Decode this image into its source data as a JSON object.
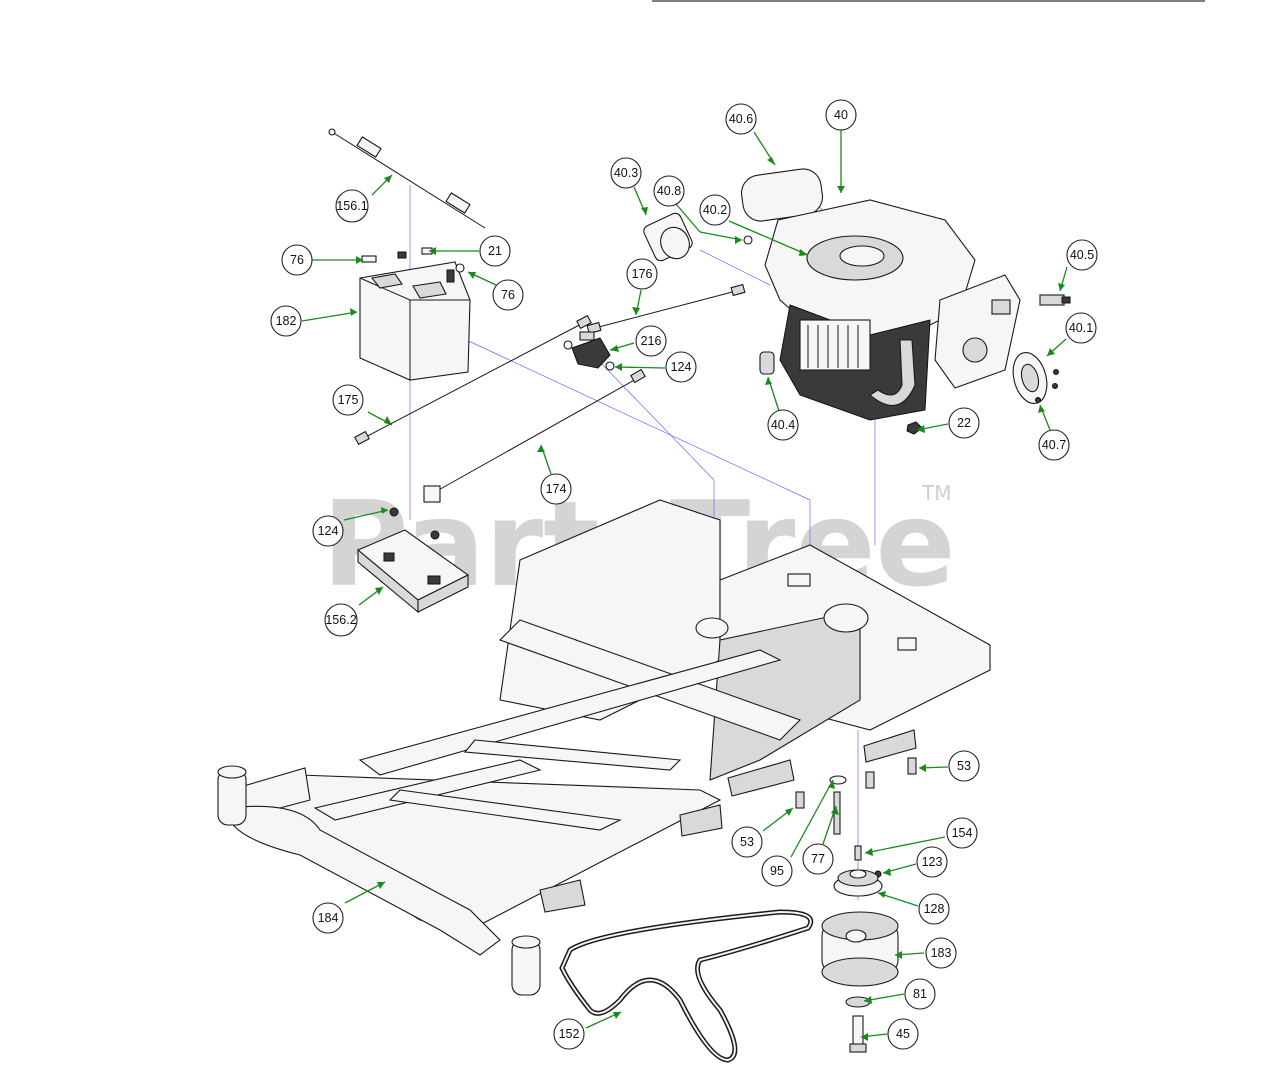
{
  "watermark": {
    "text": "PartsTree",
    "tm": "TM"
  },
  "callouts": [
    {
      "id": "c-40-6",
      "label": "40.6"
    },
    {
      "id": "c-40",
      "label": "40"
    },
    {
      "id": "c-40-3",
      "label": "40.3"
    },
    {
      "id": "c-40-8",
      "label": "40.8"
    },
    {
      "id": "c-40-2",
      "label": "40.2"
    },
    {
      "id": "c-156-1",
      "label": "156.1"
    },
    {
      "id": "c-76a",
      "label": "76"
    },
    {
      "id": "c-21",
      "label": "21"
    },
    {
      "id": "c-76b",
      "label": "76"
    },
    {
      "id": "c-176",
      "label": "176"
    },
    {
      "id": "c-40-5",
      "label": "40.5"
    },
    {
      "id": "c-182",
      "label": "182"
    },
    {
      "id": "c-40-1",
      "label": "40.1"
    },
    {
      "id": "c-216",
      "label": "216"
    },
    {
      "id": "c-124a",
      "label": "124"
    },
    {
      "id": "c-175",
      "label": "175"
    },
    {
      "id": "c-40-4",
      "label": "40.4"
    },
    {
      "id": "c-22",
      "label": "22"
    },
    {
      "id": "c-40-7",
      "label": "40.7"
    },
    {
      "id": "c-174",
      "label": "174"
    },
    {
      "id": "c-124b",
      "label": "124"
    },
    {
      "id": "c-156-2",
      "label": "156.2"
    },
    {
      "id": "c-53a",
      "label": "53"
    },
    {
      "id": "c-53b",
      "label": "53"
    },
    {
      "id": "c-154",
      "label": "154"
    },
    {
      "id": "c-95",
      "label": "95"
    },
    {
      "id": "c-77",
      "label": "77"
    },
    {
      "id": "c-123",
      "label": "123"
    },
    {
      "id": "c-128",
      "label": "128"
    },
    {
      "id": "c-184",
      "label": "184"
    },
    {
      "id": "c-183",
      "label": "183"
    },
    {
      "id": "c-81",
      "label": "81"
    },
    {
      "id": "c-152",
      "label": "152"
    },
    {
      "id": "c-45",
      "label": "45"
    }
  ]
}
